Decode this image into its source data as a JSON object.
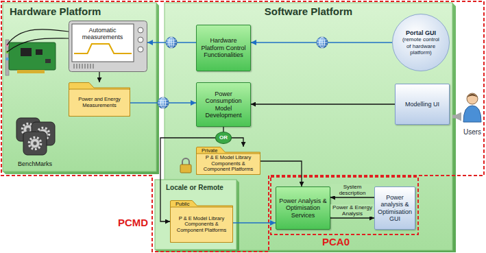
{
  "diagram": {
    "nodes": [
      {
        "text": [
          "Hardware Platform"
        ]
      },
      {
        "text": [
          "Automatic measurements"
        ],
        "in": 0
      },
      {
        "text": [
          "Power and Energy Measurements"
        ],
        "in": 0
      },
      {
        "text": [
          "BenchMarks"
        ],
        "in": 0
      },
      {
        "text": [
          "Software Platform"
        ]
      },
      {
        "text": [
          "Hardware Platform Control Functionalities"
        ],
        "in": 4
      },
      {
        "text": [
          "Portal GUI",
          "(remote control of hardware platform)"
        ],
        "in": 4
      },
      {
        "text": [
          "Power Consumption Model Development"
        ],
        "in": 4
      },
      {
        "text": [
          "Modelling UI"
        ],
        "in": 4
      },
      {
        "text": [
          "OR"
        ],
        "in": 4
      },
      {
        "text": [
          "Private",
          "P & E Model Library Components & Component Platforms"
        ],
        "in": 4
      },
      {
        "text": [
          "Locale or Remote"
        ],
        "in": 4
      },
      {
        "text": [
          "Public",
          "P & E Model Library Components & Component Platforms"
        ],
        "in": 11
      },
      {
        "text": [
          "Power Analysis & Optimisation Services"
        ],
        "in": 4
      },
      {
        "text": [
          "Power analysis & Optimisation GUI"
        ],
        "in": 4
      },
      {
        "text": [
          "Users"
        ]
      }
    ],
    "edges": [
      {
        "from": 5,
        "to": 1,
        "arrow": "to"
      },
      {
        "from": 6,
        "to": 5,
        "arrow": "to"
      },
      {
        "from": 2,
        "to": 7,
        "arrow": "to"
      },
      {
        "from": 8,
        "to": 7,
        "arrow": "to"
      },
      {
        "from": 7,
        "to": 9,
        "arrow": "none"
      },
      {
        "from": 9,
        "to": 10,
        "arrow": "to"
      },
      {
        "from": 9,
        "to": 12,
        "arrow": "to"
      },
      {
        "from": 10,
        "to": 13,
        "arrow": "to"
      },
      {
        "from": 12,
        "to": 13,
        "arrow": "to"
      },
      {
        "from": 14,
        "to": 13,
        "label": "System description",
        "arrow": "to"
      },
      {
        "from": 13,
        "to": 14,
        "label": "Power & Energy Analysis",
        "arrow": "to"
      },
      {
        "from": 15,
        "to": 4,
        "arrow": "to"
      },
      {
        "from": 1,
        "to": 2,
        "arrow": "to"
      }
    ],
    "labels": [
      "PCMD",
      "PCA0"
    ]
  }
}
